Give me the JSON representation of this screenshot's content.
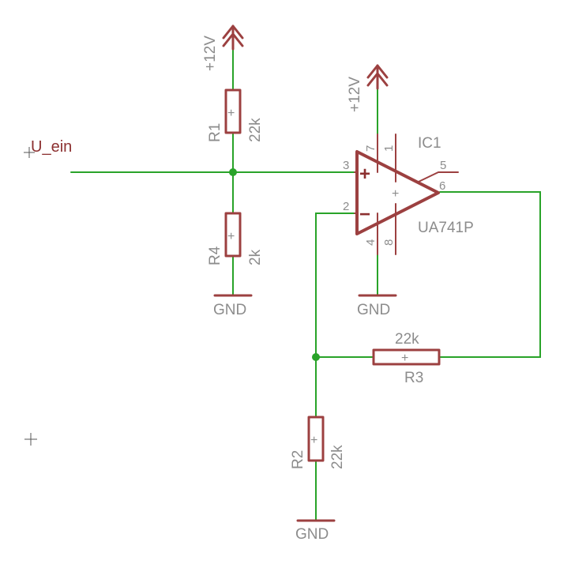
{
  "colors": {
    "wire": "#29a329",
    "symbol": "#9c4040",
    "label": "#8c8c8c",
    "net_label": "#8c3030",
    "background": "#ffffff"
  },
  "net_labels": {
    "input": "U_ein"
  },
  "supplies": {
    "vcc_r1": "+12V",
    "vcc_ic1": "+12V",
    "gnd_r4": "GND",
    "gnd_ic1": "GND",
    "gnd_r2": "GND"
  },
  "components": {
    "r1": {
      "name": "R1",
      "value": "22k"
    },
    "r2": {
      "name": "R2",
      "value": "22k"
    },
    "r3": {
      "name": "R3",
      "value": "22k"
    },
    "r4": {
      "name": "R4",
      "value": "2k"
    },
    "ic1": {
      "name": "IC1",
      "value": "UA741P",
      "pins": {
        "p1": "1",
        "p2": "2",
        "p3": "3",
        "p4": "4",
        "p5": "5",
        "p6": "6",
        "p7": "7",
        "p8": "8"
      },
      "plus_sign": "+",
      "minus_sign": "−"
    },
    "resistor_mark": "+"
  }
}
